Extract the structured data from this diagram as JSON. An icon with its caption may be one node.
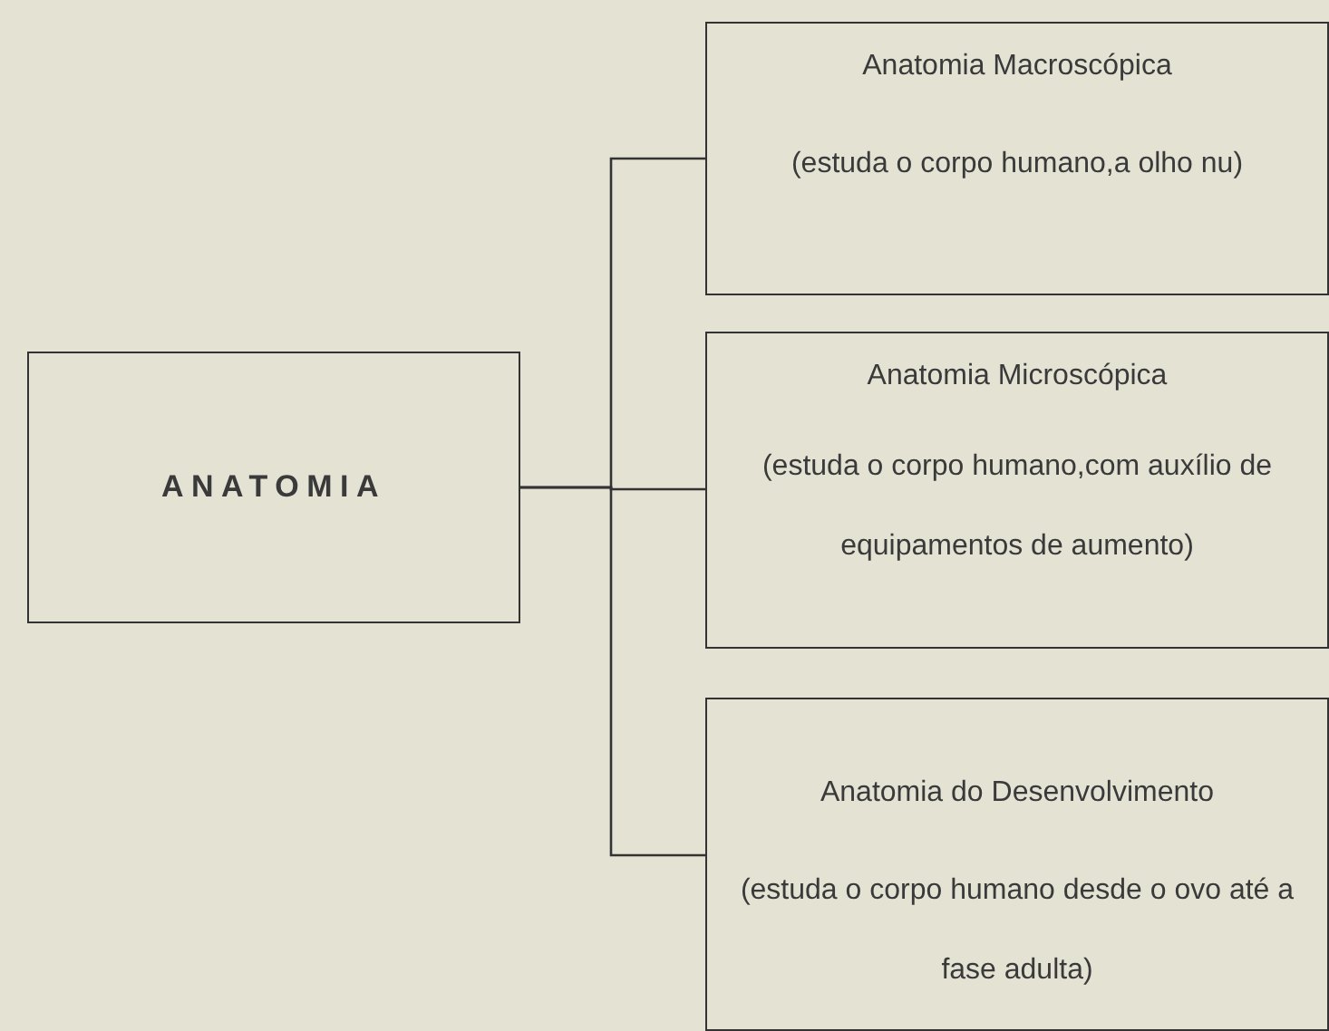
{
  "diagram": {
    "nodes": [
      {
        "text": [
          "ANATOMIA"
        ]
      },
      {
        "text": [
          "Anatomia Macroscópica",
          "(estuda o corpo humano,a olho nu)"
        ]
      },
      {
        "text": [
          "Anatomia Microscópica",
          "(estuda o corpo humano,com auxílio de equipamentos de aumento)"
        ]
      },
      {
        "text": [
          "Anatomia do Desenvolvimento",
          "(estuda o corpo humano desde o ovo até a fase adulta)"
        ]
      }
    ],
    "edges": [
      {
        "from": 0,
        "to": 1,
        "arrow": "none"
      },
      {
        "from": 0,
        "to": 2,
        "arrow": "none"
      },
      {
        "from": 0,
        "to": 3,
        "arrow": "none"
      }
    ]
  }
}
